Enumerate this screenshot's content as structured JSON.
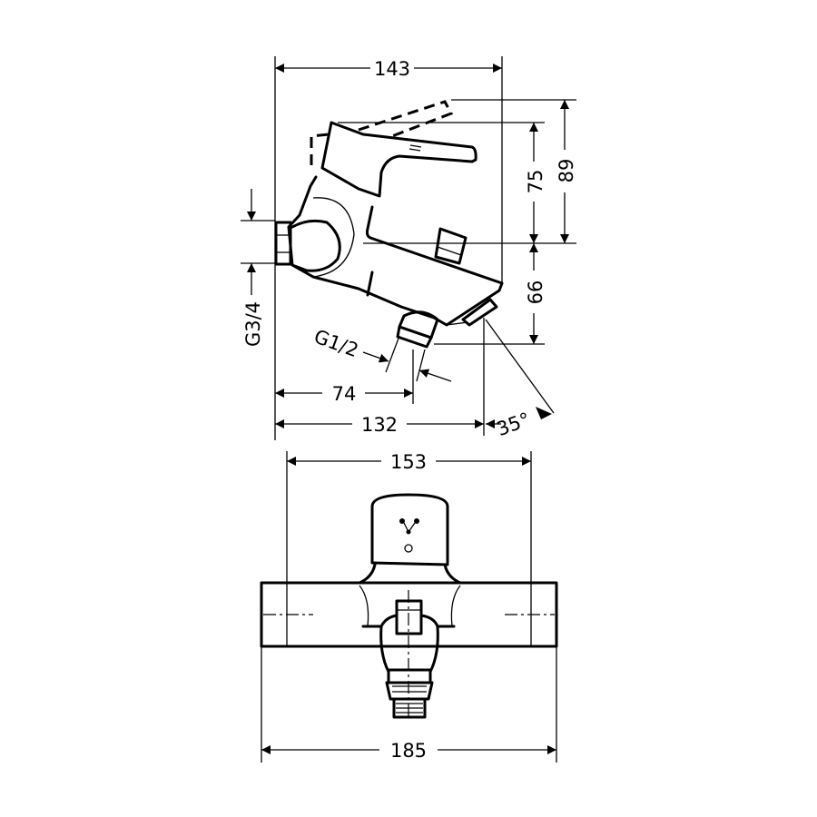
{
  "side_view": {
    "width_total": "143",
    "height_handle": "75",
    "height_handle_raised": "89",
    "height_spout": "66",
    "inlet_thread": "G3/4",
    "outlet_thread": "G1/2",
    "outlet_offset": "74",
    "spout_reach": "132",
    "spout_angle": "35°"
  },
  "front_view": {
    "handle_spacing": "153",
    "body_width": "185"
  }
}
